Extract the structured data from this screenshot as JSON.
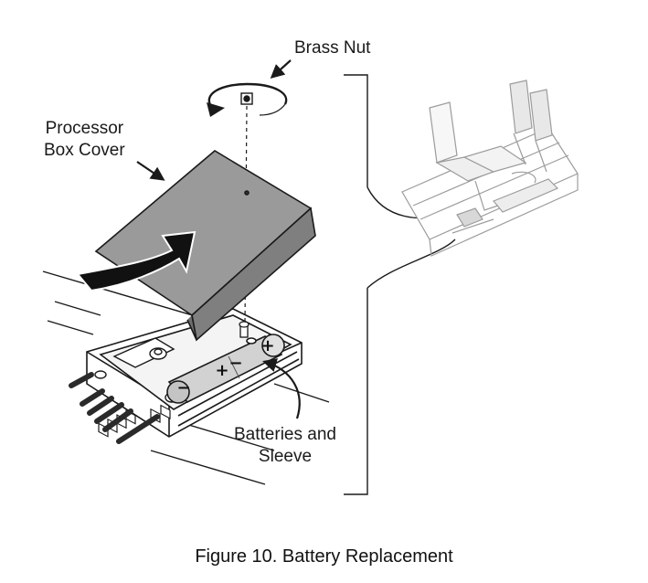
{
  "labels": {
    "brass_nut": "Brass Nut",
    "cover_line1": "Processor",
    "cover_line2": "Box Cover",
    "batteries_line1": "Batteries and",
    "batteries_line2": "Sleeve"
  },
  "caption": "Figure 10. Battery Replacement",
  "battery_symbols": {
    "plus": "+",
    "minus": "−"
  },
  "colors": {
    "cover_fill": "#9a9a9a",
    "battery_fill": "#d2d2d2",
    "line": "#1a1a1a",
    "machine_line": "#9c9c9c"
  }
}
